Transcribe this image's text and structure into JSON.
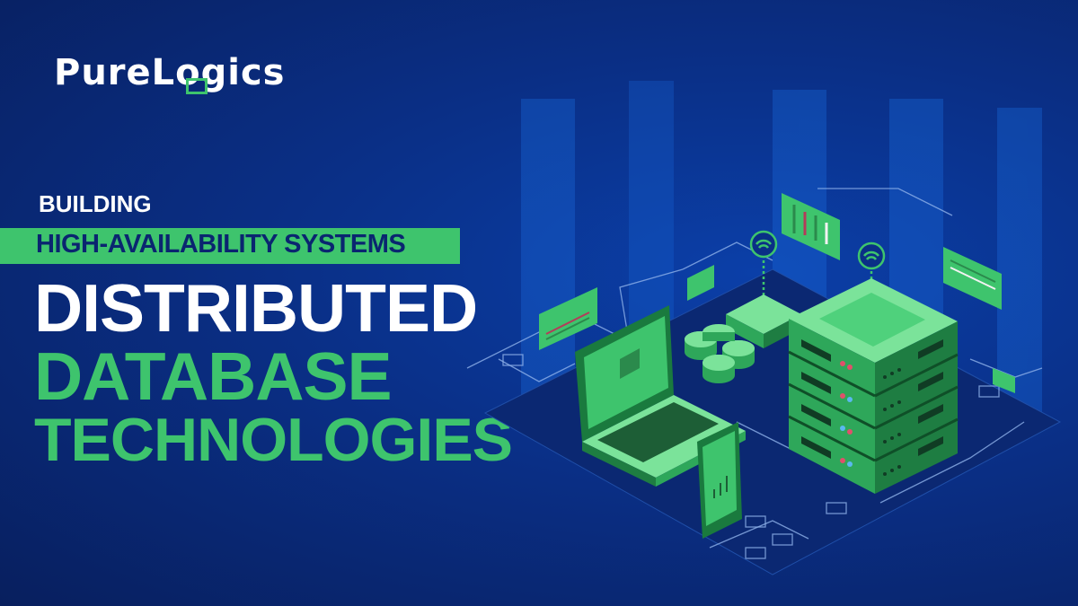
{
  "brand": {
    "logo_text": "PureLogics"
  },
  "headline": {
    "line1": "BUILDING",
    "line2": "HIGH-AVAILABILITY SYSTEMS",
    "line3": "DISTRIBUTED",
    "line4": "DATABASE",
    "line5": "TECHNOLOGIES"
  },
  "colors": {
    "background": "#0a2f86",
    "accent_green": "#3ec46d",
    "dark_navy": "#0a2570",
    "white": "#ffffff"
  },
  "illustration": {
    "icons": [
      "server-rack-icon",
      "laptop-icon",
      "smartphone-icon",
      "router-icon",
      "database-disks-icon",
      "wifi-icon",
      "chart-panel-icon"
    ]
  }
}
